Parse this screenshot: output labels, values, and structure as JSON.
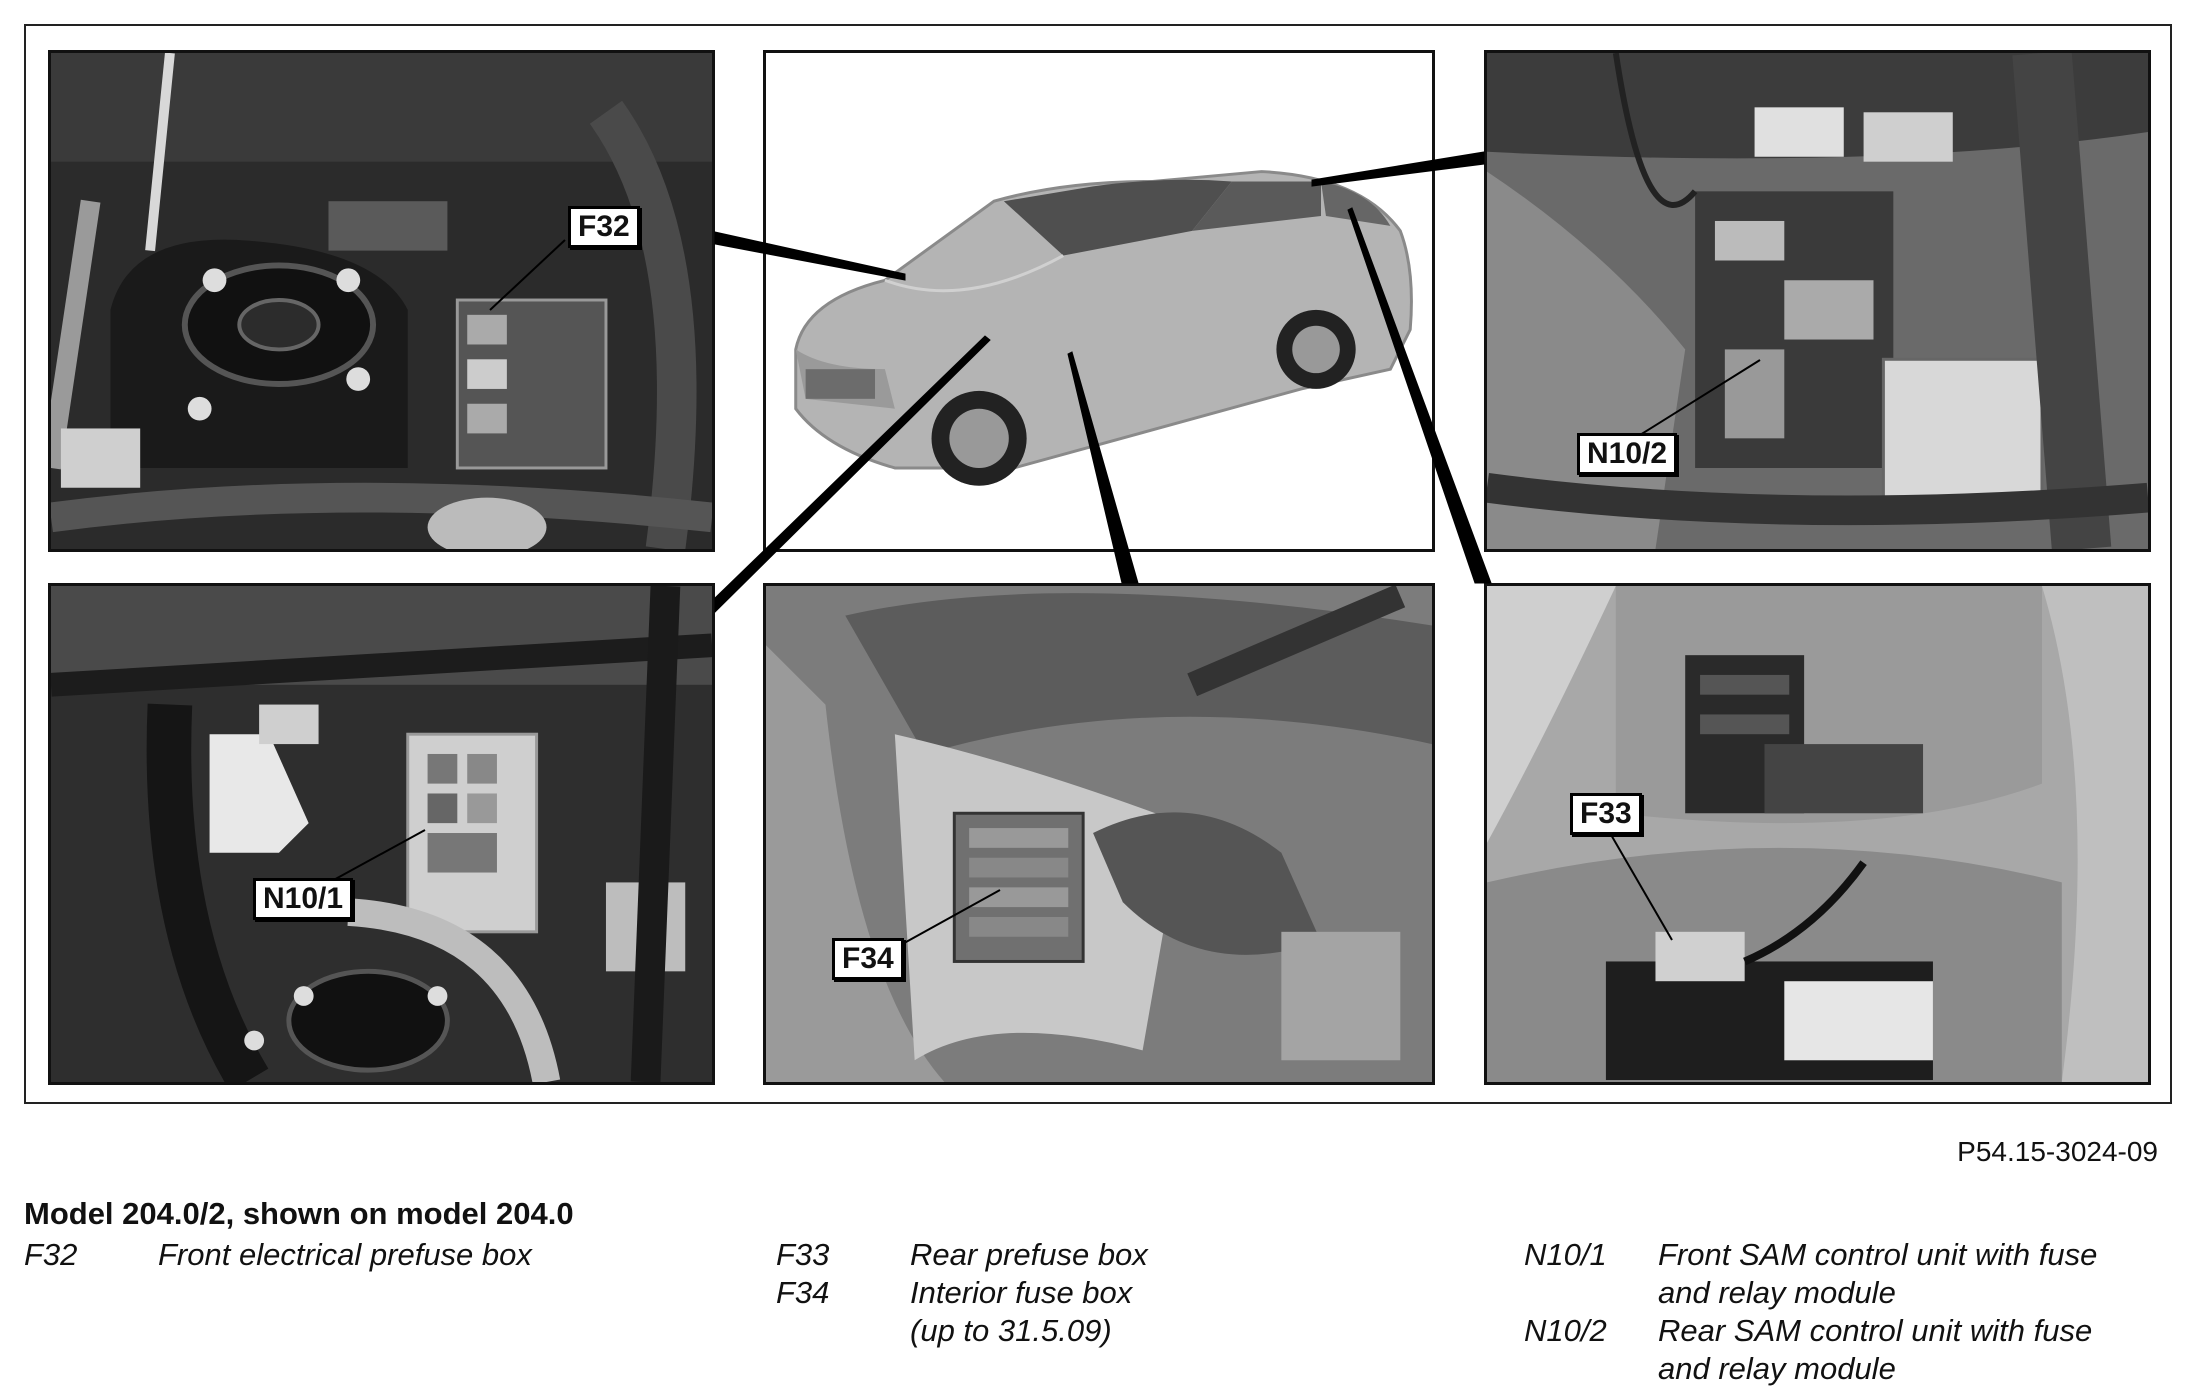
{
  "figure": {
    "reference": "P54.15-3024-09",
    "title": "Model 204.0/2, shown on model 204.0"
  },
  "callouts": {
    "f32": "F32",
    "n10_2": "N10/2",
    "n10_1": "N10/1",
    "f34": "F34",
    "f33": "F33"
  },
  "legend": {
    "col1": [
      {
        "code": "F32",
        "text": "Front electrical prefuse box"
      }
    ],
    "col2": [
      {
        "code": "F33",
        "text": "Rear prefuse box"
      },
      {
        "code": "F34",
        "text": "Interior fuse box\n(up to 31.5.09)"
      }
    ],
    "col3": [
      {
        "code": "N10/1",
        "text": "Front SAM control unit with fuse\nand relay module"
      },
      {
        "code": "N10/2",
        "text": "Rear SAM control unit with fuse\nand relay module"
      }
    ]
  }
}
